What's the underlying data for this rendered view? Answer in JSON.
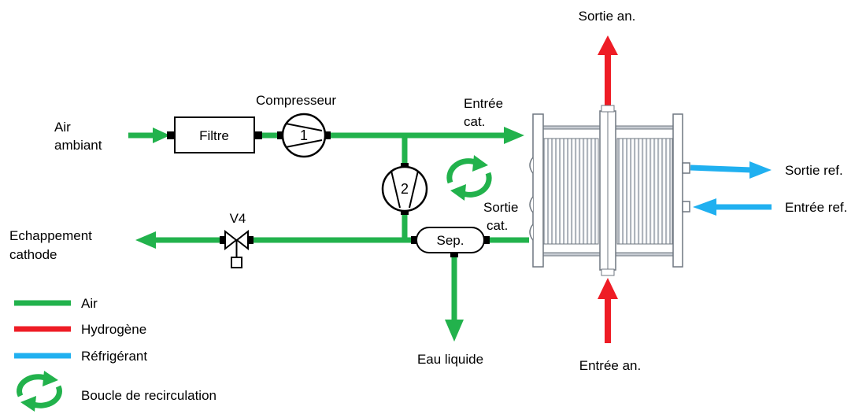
{
  "labels": {
    "air_inlet_line1": "Air",
    "air_inlet_line2": "ambiant",
    "filter": "Filtre",
    "compressor": "Compresseur",
    "compressor_num": "1",
    "recirc_pump_num": "2",
    "cathode_inlet_line1": "Entrée",
    "cathode_inlet_line2": "cat.",
    "cathode_outlet_line1": "Sortie",
    "cathode_outlet_line2": "cat.",
    "anode_outlet": "Sortie an.",
    "anode_inlet": "Entrée an.",
    "coolant_outlet": "Sortie ref.",
    "coolant_inlet": "Entrée ref.",
    "valve": "V4",
    "separator": "Sep.",
    "cathode_exhaust_line1": "Echappement",
    "cathode_exhaust_line2": "cathode",
    "liquid_water": "Eau liquide"
  },
  "legend": {
    "air": "Air",
    "hydrogen": "Hydrogène",
    "coolant": "Réfrigérant",
    "recirculation": "Boucle de recirculation"
  },
  "colors": {
    "air": "#22b24c",
    "hydrogen": "#ee1c25",
    "coolant": "#20b0f0",
    "stack": "#b9bec6"
  }
}
